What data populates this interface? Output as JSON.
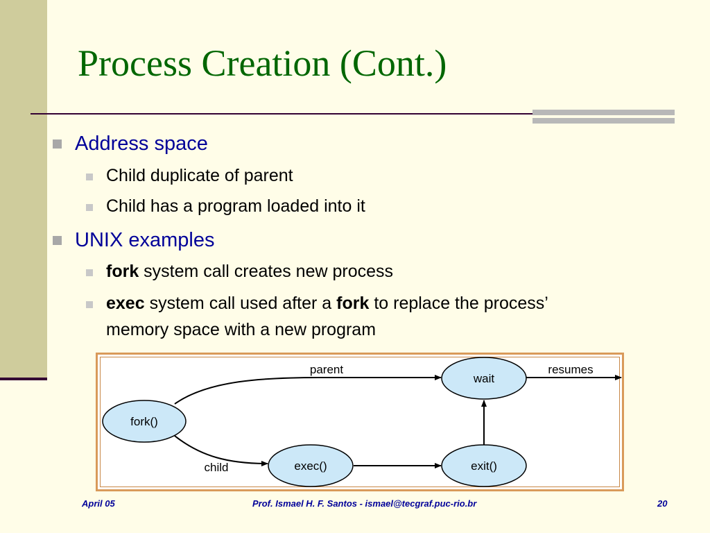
{
  "slide": {
    "title": "Process Creation (Cont.)"
  },
  "bullets": {
    "address_space": "Address space",
    "child_duplicate": "Child duplicate of parent",
    "child_program": "Child has a program loaded into it",
    "unix_examples": "UNIX examples",
    "fork_word": "fork",
    "fork_rest": " system call creates new process",
    "exec_word": "exec",
    "exec_mid": " system call used after a ",
    "exec_fork_word": "fork",
    "exec_rest": " to replace the process’",
    "exec_line2": "memory space with a new program"
  },
  "diagram": {
    "nodes": {
      "fork": "fork()",
      "wait": "wait",
      "exec": "exec()",
      "exit": "exit()"
    },
    "edge_labels": {
      "parent": "parent",
      "resumes": "resumes",
      "child": "child"
    }
  },
  "footer": {
    "date": "April 05",
    "author": "Prof. Ismael H. F. Santos -  ismael@tecgraf.puc-rio.br",
    "page_number": "20"
  },
  "colors": {
    "title": "#006600",
    "level1_text": "#000099",
    "node_fill": "#cce8f8",
    "left_band": "#cfcc9c",
    "frame_border": "#d99a5a"
  }
}
